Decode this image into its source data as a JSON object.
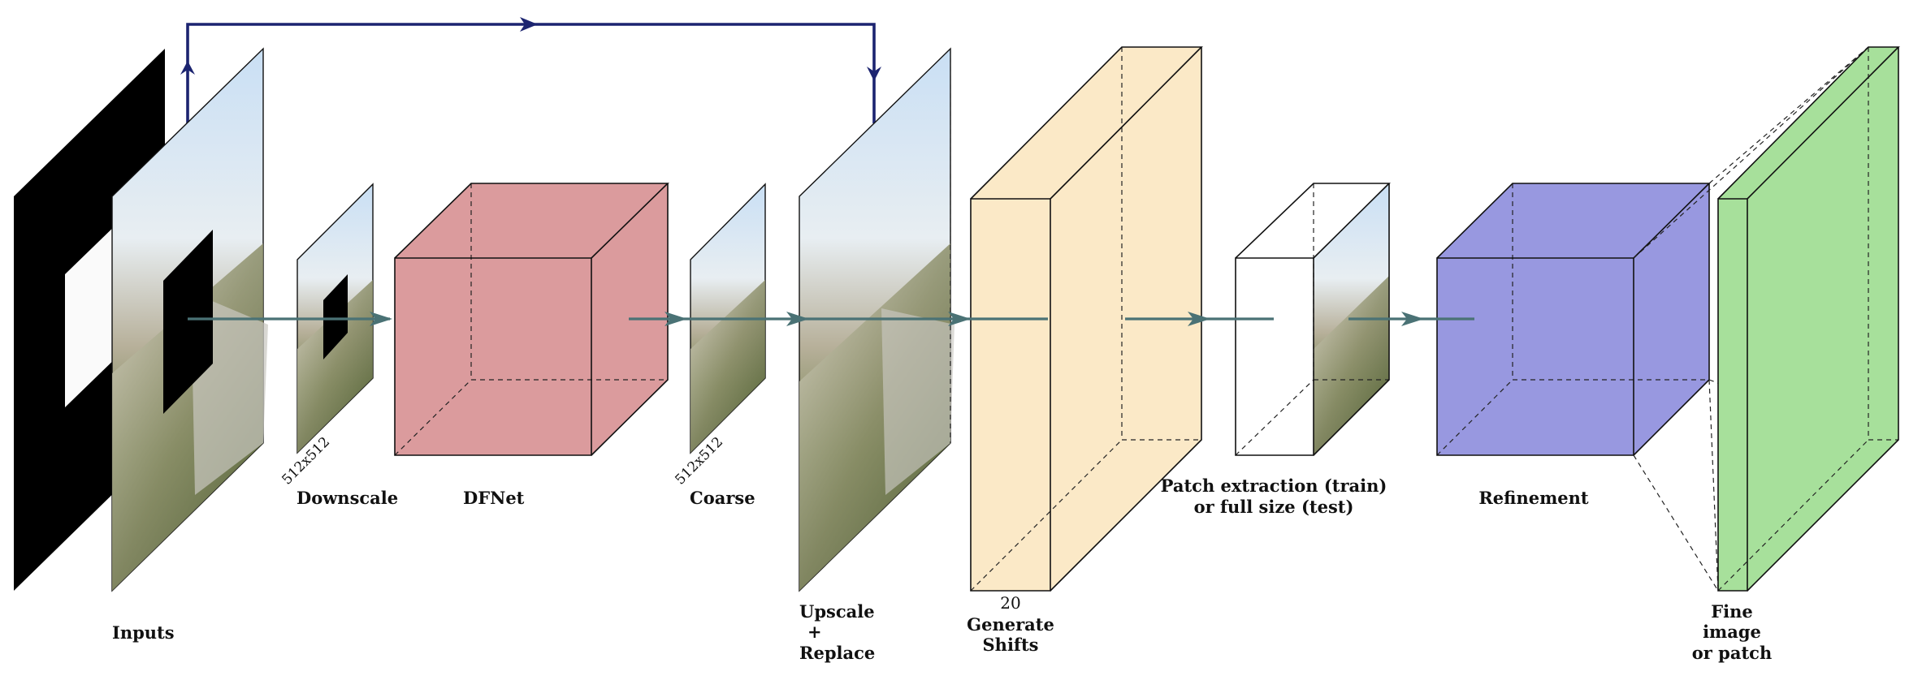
{
  "labels": {
    "inputs": "Inputs",
    "downscale": "Downscale",
    "dfnet": "DFNet",
    "coarse": "Coarse",
    "upscale_line1": "Upscale",
    "upscale_line2": "+",
    "upscale_line3": "Replace",
    "shifts_count": "20",
    "generate_line1": "Generate",
    "generate_line2": "Shifts",
    "patch_line1": "Patch extraction (train)",
    "patch_line2": "or full size (test)",
    "refinement": "Refinement",
    "fine_line1": "Fine",
    "fine_line2": "image",
    "fine_line3": "or patch",
    "size_downscale": "512x512",
    "size_coarse": "512x512"
  },
  "colors": {
    "mask_black": "#000000",
    "mask_hole": "#fafafa",
    "dfnet_block": "#db9b9d",
    "shifts_block": "#fbe9c7",
    "refinement_block": "#9898e0",
    "fine_block": "#a7e09b",
    "flow_arrow": "#4a7275",
    "skip_arrow": "#1c2470"
  }
}
